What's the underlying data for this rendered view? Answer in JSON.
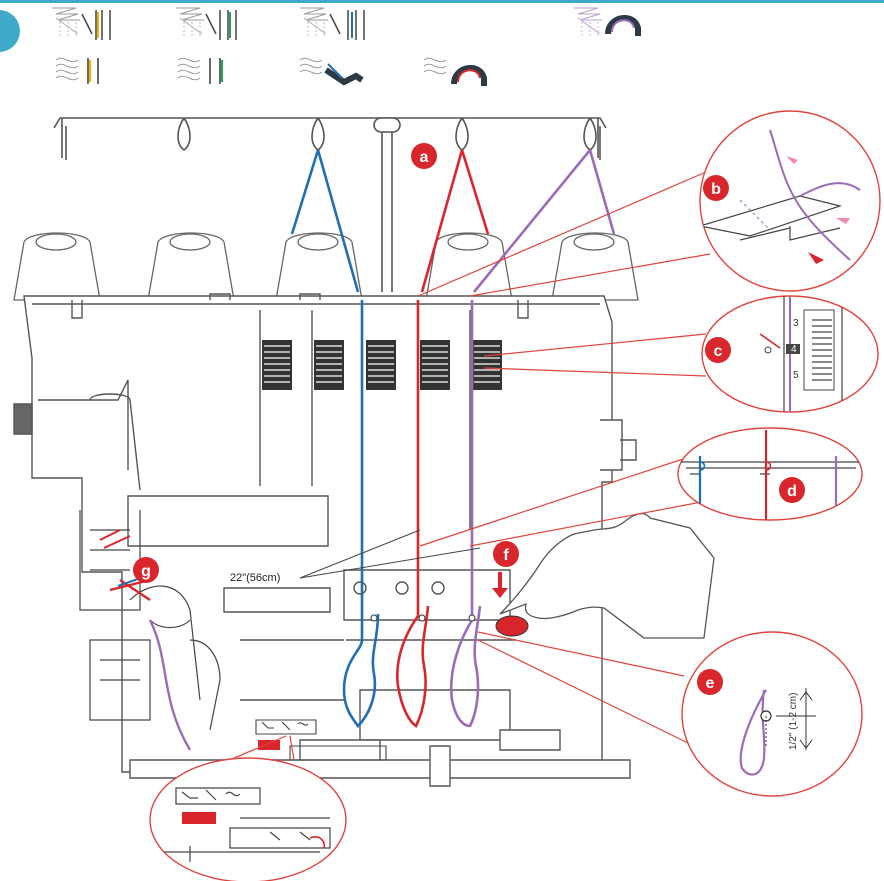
{
  "labels": {
    "a": "a",
    "b": "b",
    "c": "c",
    "d": "d",
    "e": "e",
    "f": "f",
    "g": "g"
  },
  "thread_length_text": "22\"(56cm)",
  "tail_length_text": "1/2\" (1-2 cm)",
  "tension_scale": [
    "3",
    "4",
    "5"
  ],
  "colors": {
    "step_badge": "#3fa9c9",
    "label_badge": "#d9262c",
    "thread_blue": "#1f6fb5",
    "thread_red": "#d9262c",
    "thread_purple": "#9b6bb8",
    "thread_yellow": "#e8b400",
    "thread_green": "#2e9e5a",
    "callout_line": "#e0443c"
  },
  "icons": [
    "stitch-yellow-icon",
    "stitch-green-icon",
    "stitch-blue-icon",
    "coverstitch-purple-icon",
    "stitch-yellow-small-icon",
    "stitch-green-small-icon",
    "foot-blue-icon",
    "foot-red-icon"
  ]
}
